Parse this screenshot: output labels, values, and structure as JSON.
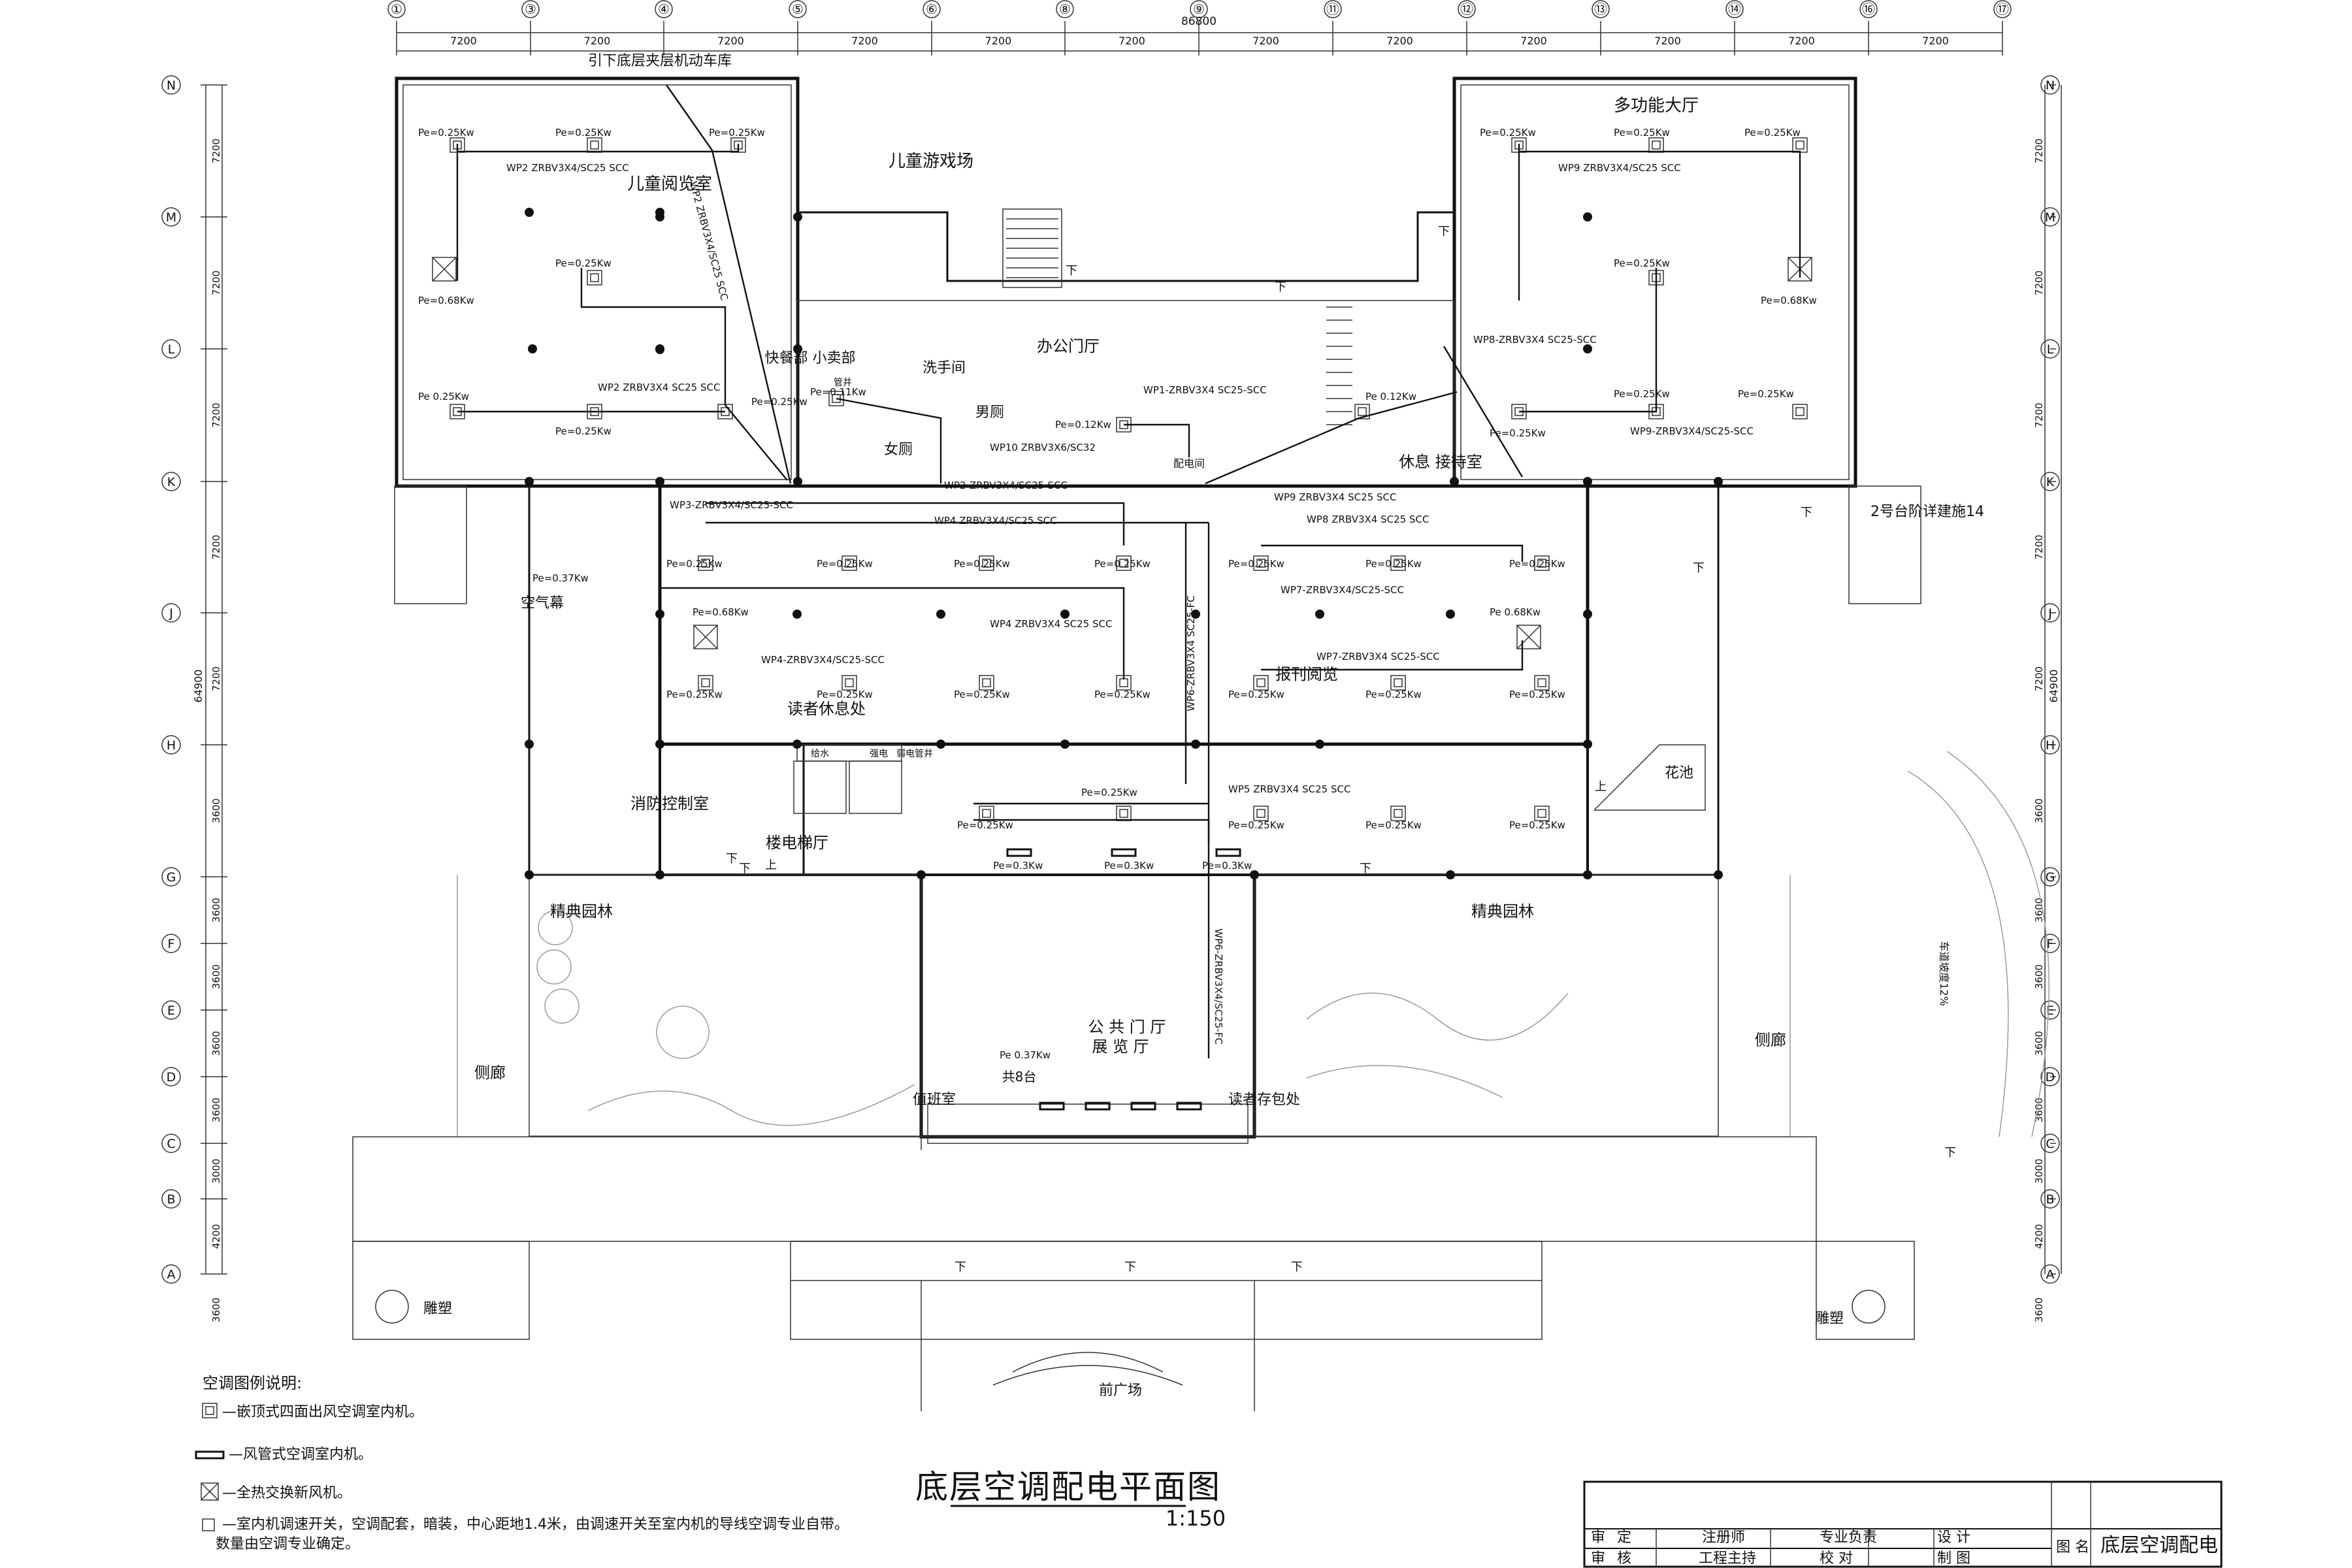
{
  "title": "底层空调配电平面图",
  "scale": "1:150",
  "grid": {
    "cols": [
      "①",
      "③",
      "④",
      "⑤",
      "⑥",
      "⑧",
      "⑨",
      "⑪",
      "⑫",
      "⑬",
      "⑭",
      "⑯",
      "⑰"
    ],
    "rows": [
      "N",
      "M",
      "L",
      "K",
      "J",
      "H",
      "G",
      "F",
      "E",
      "D",
      "C",
      "B",
      "A"
    ],
    "spans_top": [
      "7200",
      "7200",
      "7200",
      "7200",
      "7200",
      "7200",
      "7200",
      "7200",
      "7200",
      "7200",
      "7200",
      "7200"
    ],
    "total_top": "86800",
    "spans_side": [
      "7200",
      "7200",
      "7200",
      "7200",
      "7200",
      "3600",
      "3600",
      "3600",
      "3600",
      "3600",
      "3000",
      "4200",
      "3600"
    ],
    "total_side": "64900"
  },
  "rooms": [
    {
      "id": "children-hall",
      "label": "儿童阅览室"
    },
    {
      "id": "children-play",
      "label": "儿童游戏场"
    },
    {
      "id": "multi-hall",
      "label": "多功能大厅"
    },
    {
      "id": "snack",
      "label": "快餐部 小卖部"
    },
    {
      "id": "washroom",
      "label": "洗手间"
    },
    {
      "id": "male-wc",
      "label": "男厕"
    },
    {
      "id": "female-wc",
      "label": "女厕"
    },
    {
      "id": "office-lobby",
      "label": "办公门厅"
    },
    {
      "id": "distribution",
      "label": "配电间"
    },
    {
      "id": "rest-room",
      "label": "休息 接待室"
    },
    {
      "id": "reader-rest",
      "label": "读者休息处"
    },
    {
      "id": "periodical",
      "label": "报刊阅览"
    },
    {
      "id": "fire-control",
      "label": "消防控制室"
    },
    {
      "id": "elevator-hall",
      "label": "楼电梯厅"
    },
    {
      "id": "garden-left",
      "label": "精典园林"
    },
    {
      "id": "garden-right",
      "label": "精典园林"
    },
    {
      "id": "public-hall",
      "label": "公 共 门 厅"
    },
    {
      "id": "exhibition",
      "label": "展 览 厅"
    },
    {
      "id": "duty-room",
      "label": "值班室"
    },
    {
      "id": "storage",
      "label": "读者存包处"
    },
    {
      "id": "corridor-left",
      "label": "侧廊"
    },
    {
      "id": "corridor-right",
      "label": "侧廊"
    },
    {
      "id": "flower",
      "label": "花池"
    },
    {
      "id": "plaza",
      "label": "前广场"
    },
    {
      "id": "sculpture-left",
      "label": "雕塑"
    },
    {
      "id": "sculpture-right",
      "label": "雕塑"
    },
    {
      "id": "air-curtain",
      "label": "空气幕"
    }
  ],
  "annotations": {
    "basement_note": "引下底层夹层机动车库",
    "stair_note": "2号台阶详建施14",
    "slope_note": "车道坡度12%",
    "down": "下",
    "up": "上",
    "qty_8": "共8台",
    "small_labels": [
      "给水",
      "强电",
      "弱电管井",
      "管井"
    ]
  },
  "circuits": {
    "wp1": "WP1-ZRBV3X4 SC25-SCC",
    "wp2a": "WP2 ZRBV3X4/SC25 SCC",
    "wp2b": "WP2 ZRBV3X4 SC25 SCC",
    "wp2v": "WP2 ZRBV3X4/SC25 SCC",
    "wp3": "WP3-ZRBV3X4/SC25-SCC",
    "wp4a": "WP4 ZRBV3X4/SC25 SCC",
    "wp4b": "WP4 ZRBV3X4 SC25 SCC",
    "wp4c": "WP4-ZRBV3X4/SC25-SCC",
    "wp5": "WP5 ZRBV3X4 SC25 SCC",
    "wp6v": "WP6-ZRBV3X4/SC25-FC",
    "wp6v2": "WP6-ZRBV3X4 SC25-FC",
    "wp7a": "WP7-ZRBV3X4/SC25-SCC",
    "wp7b": "WP7-ZRBV3X4 SC25-SCC",
    "wp8a": "WP8-ZRBV3X4 SC25-SCC",
    "wp8b": "WP8 ZRBV3X4 SC25 SCC",
    "wp9a": "WP9 ZRBV3X4/SC25 SCC",
    "wp9b": "WP9-ZRBV3X4/SC25-SCC",
    "wp9c": "WP9 ZRBV3X4 SC25 SCC",
    "wp10": "WP10 ZRBV3X6/SC32",
    "wp2z": "WP2-ZRBV3X4/SC25-SCC"
  },
  "loads": {
    "p025": "Pe=0.25Kw",
    "p025s": "Pe 0.25Kw",
    "p068": "Pe=0.68Kw",
    "p068s": "Pe 0.68Kw",
    "p012": "Pe=0.12Kw",
    "p012s": "Pe 0.12Kw",
    "p011": "Pe=0.11Kw",
    "p037": "Pe=0.37Kw",
    "p037s": "Pe 0.37Kw",
    "p03": "Pe=0.3Kw"
  },
  "legend": {
    "heading": "空调图例说明:",
    "items": [
      "—嵌顶式四面出风空调室内机。",
      "—风管式空调室内机。",
      "—全热交换新风机。",
      "—室内机调速开关，空调配套，暗装，中心距地1.4米，由调速开关至室内机的导线空调专业自带。数量由空调专业确定。"
    ]
  },
  "titleblock": {
    "headers": [
      "注册师",
      "专业负责",
      "设 计"
    ],
    "row1": [
      "审",
      "定"
    ],
    "row2": [
      "审",
      "核",
      "工程主持",
      "校 对",
      "制 图"
    ],
    "figure_name_label": "图 名",
    "figure_name": "底层空调配电"
  }
}
